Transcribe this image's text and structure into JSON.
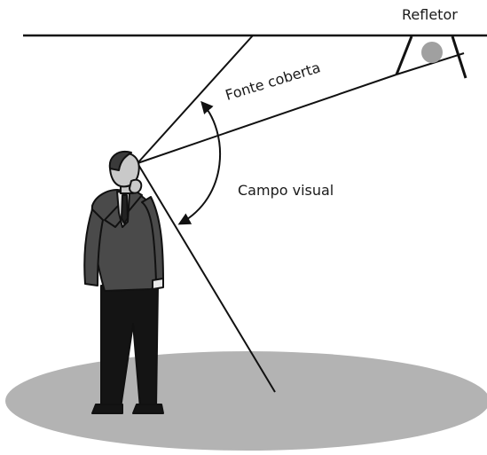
{
  "labels": {
    "reflector": "Refletor",
    "covered_source": "Fonte coberta",
    "visual_field": "Campo visual"
  },
  "colors": {
    "line": "#111111",
    "floor_ellipse": "#b3b3b3",
    "lamp": "#a0a0a0",
    "suit": "#4a4a4a",
    "trousers": "#141414",
    "skin": "#c9c9c9"
  },
  "icons": {
    "person": "person-looking-up-icon",
    "reflector": "ceiling-reflector-icon"
  }
}
